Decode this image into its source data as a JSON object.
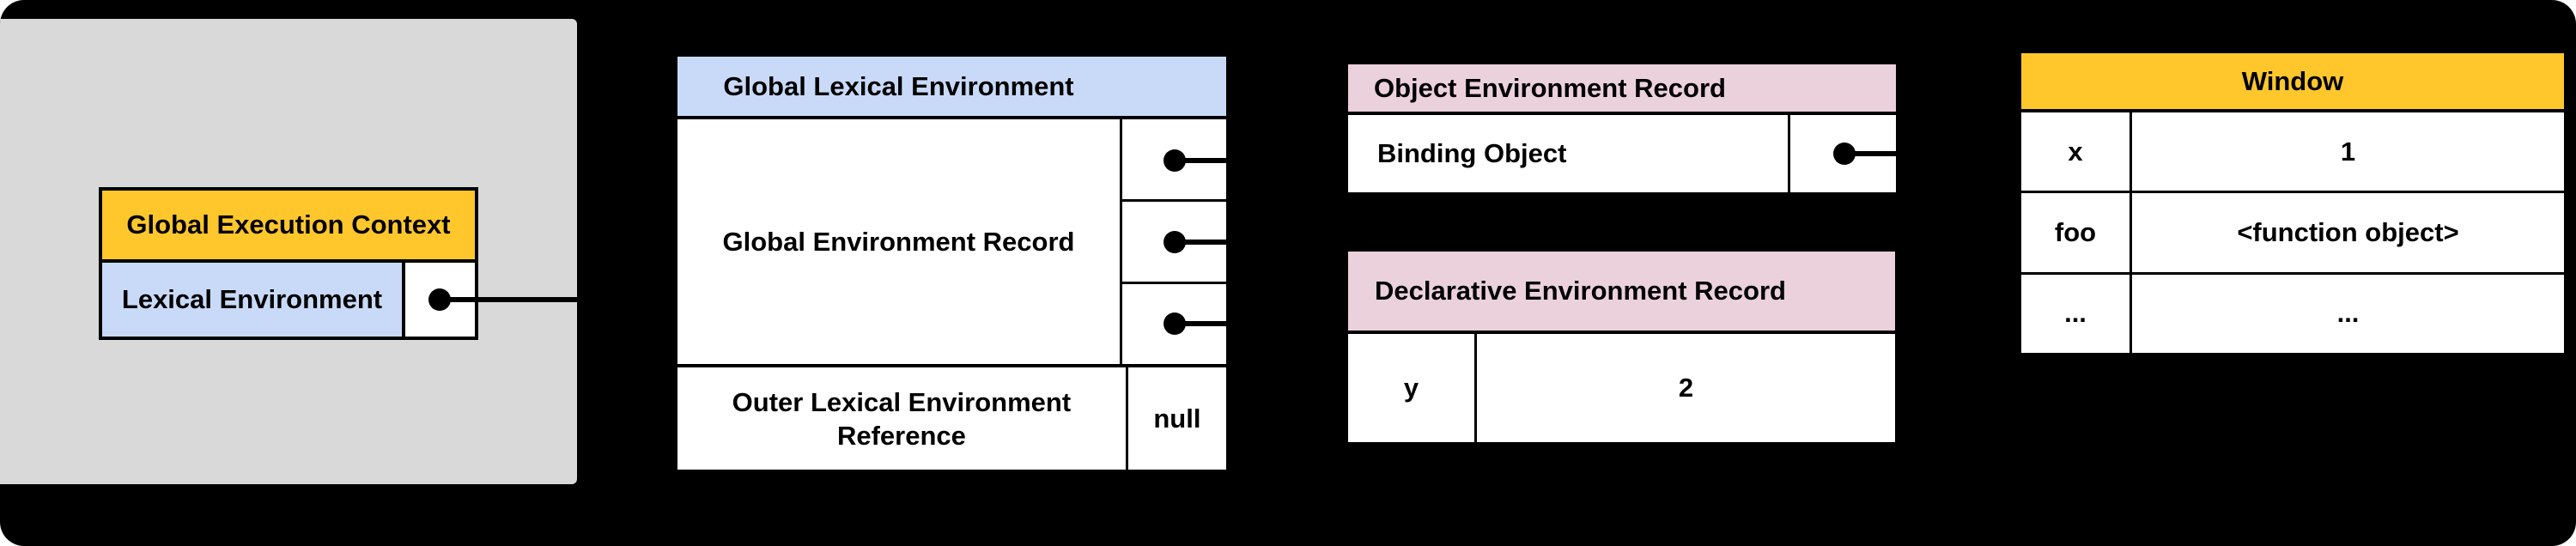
{
  "colors": {
    "canvas_background": "#000000",
    "page_background": "#ffffff",
    "panel_gray": "#D9D9D9",
    "header_yellow": "#FFC72C",
    "header_blue": "#C9DAF8",
    "header_pink": "#EAD1DC",
    "cell_white": "#ffffff",
    "line_black": "#000000"
  },
  "gec": {
    "title": "Global Execution Context",
    "lexical_environment_label": "Lexical Environment"
  },
  "gle": {
    "title": "Global Lexical Environment",
    "record_label": "Global Environment Record",
    "pointer_count": "3",
    "outer_reference_label": "Outer Lexical Environment Reference",
    "outer_reference_value": "null"
  },
  "oer": {
    "title": "Object Environment Record",
    "binding_object_label": "Binding Object"
  },
  "der": {
    "title": "Declarative Environment Record",
    "rows": [
      {
        "key": "y",
        "value": "2"
      }
    ]
  },
  "window_table": {
    "title": "Window",
    "rows": [
      {
        "key": "x",
        "value": "1"
      },
      {
        "key": "foo",
        "value": "<function object>"
      },
      {
        "key": "...",
        "value": "..."
      }
    ]
  }
}
